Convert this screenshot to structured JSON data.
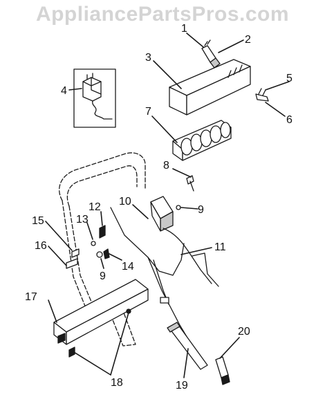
{
  "watermark": "AppliancePartsPros.com",
  "callouts": [
    "1",
    "2",
    "3",
    "4",
    "5",
    "6",
    "7",
    "8",
    "9",
    "10",
    "11",
    "12",
    "13",
    "14",
    "15",
    "16",
    "17",
    "18",
    "19",
    "20",
    "9"
  ],
  "colors": {
    "line": "#1a1a1a",
    "label": "#111111",
    "watermark": "#d4d4d4",
    "fill": "#ffffff",
    "shade": "#c8c8c8"
  }
}
